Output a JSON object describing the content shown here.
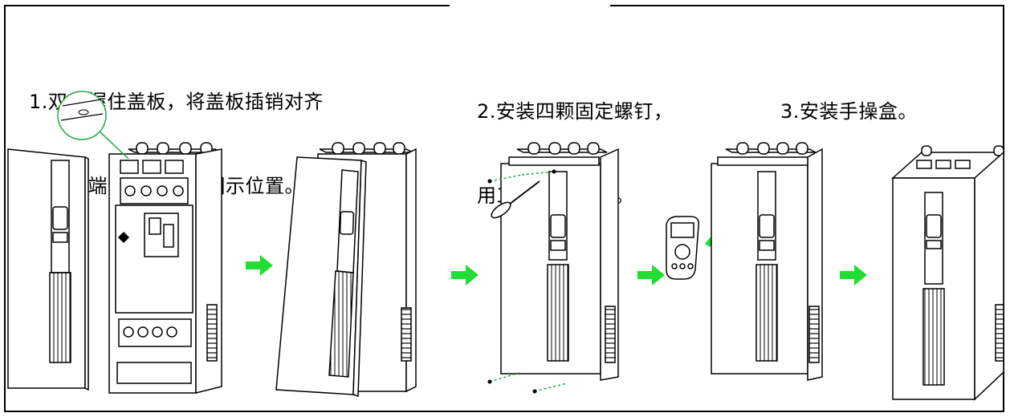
{
  "steps": [
    {
      "line1": "1.双手握住盖板，将盖板插销对齐",
      "line2": "机箱上端卡孔，扣进图示位置。"
    },
    {
      "line1": "2.安装四颗固定螺钉，",
      "line2": "用工具分别拧紧。"
    },
    {
      "line1": "3.安装手操盒。",
      "line2": ""
    }
  ],
  "colors": {
    "arrow": "#22dd33",
    "line": "#000000",
    "callout": "#22aa44"
  },
  "icons": [
    "arrow-right-icon",
    "screwdriver-icon",
    "keypad-icon",
    "curved-arrow-icon"
  ]
}
